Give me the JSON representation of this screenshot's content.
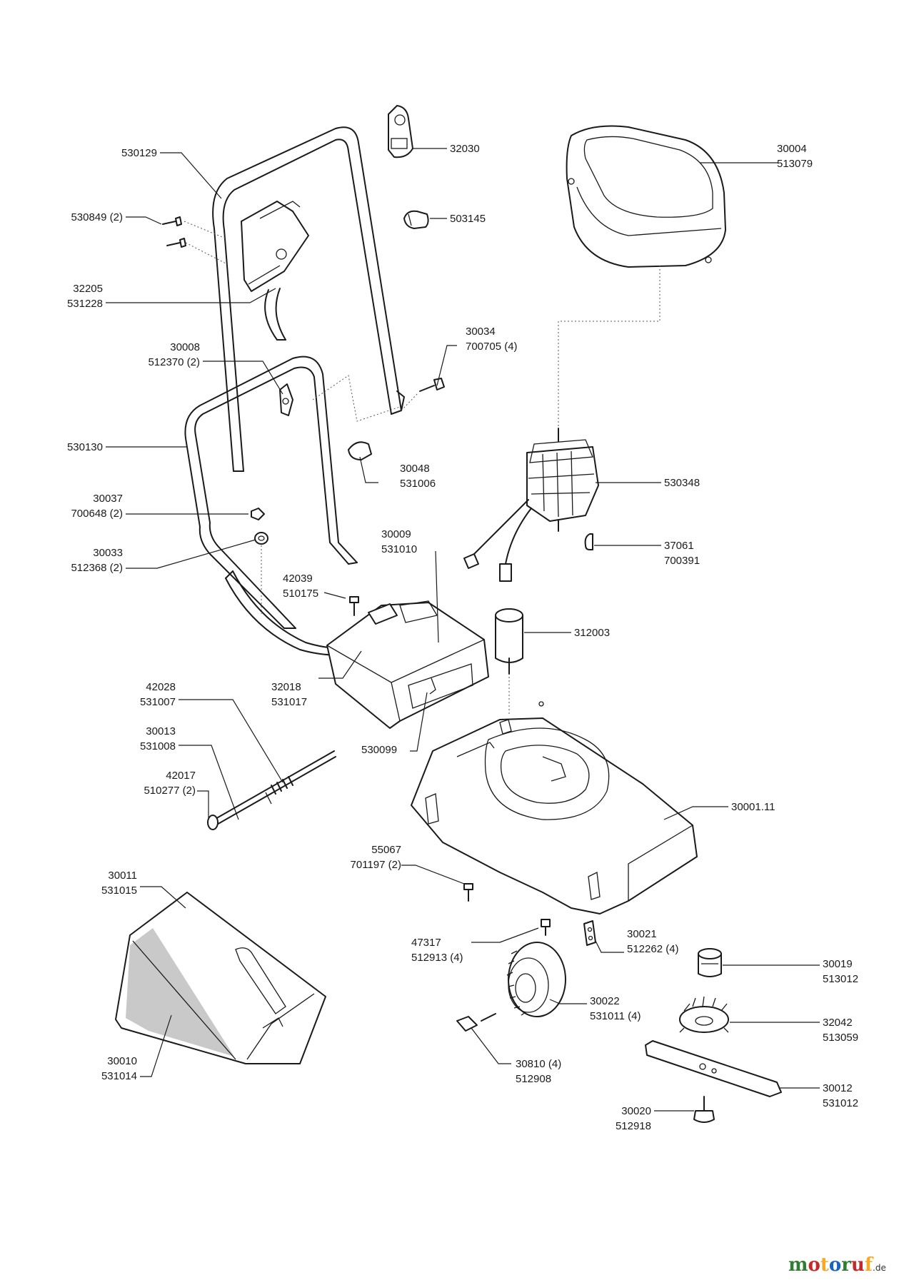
{
  "labels": {
    "l530129": "530129",
    "l32030": "32030",
    "l30004": [
      "30004",
      "513079"
    ],
    "l530849": "530849 (2)",
    "l503145": "503145",
    "l32205": [
      "32205",
      "531228"
    ],
    "l30034": [
      "30034",
      "700705 (4)"
    ],
    "l30008": [
      "30008",
      "512370 (2)"
    ],
    "l530130": "530130",
    "l30048": [
      "30048",
      "531006"
    ],
    "l530348": "530348",
    "l30037": [
      "30037",
      "700648 (2)"
    ],
    "l30009": [
      "30009",
      "531010"
    ],
    "l37061": [
      "37061",
      "700391"
    ],
    "l30033": [
      "30033",
      "512368 (2)"
    ],
    "l42039": [
      "42039",
      "510175"
    ],
    "l312003": "312003",
    "l32018": [
      "32018",
      "531017"
    ],
    "l42028": [
      "42028",
      "531007"
    ],
    "l530099": "530099",
    "l30013": [
      "30013",
      "531008"
    ],
    "l42017": [
      "42017",
      "510277 (2)"
    ],
    "l300011": "30001.11",
    "l55067": [
      "55067",
      "701197 (2)"
    ],
    "l30011": [
      "30011",
      "531015"
    ],
    "l47317": [
      "47317",
      "512913 (4)"
    ],
    "l30021": [
      "30021",
      "512262 (4)"
    ],
    "l30019": [
      "30019",
      "513012"
    ],
    "l30022": [
      "30022",
      "531011 (4)"
    ],
    "l32042": [
      "32042",
      "513059"
    ],
    "l30010": [
      "30010",
      "531014"
    ],
    "l30810": [
      "30810 (4)",
      "512908"
    ],
    "l30012": [
      "30012",
      "531012"
    ],
    "l30020": [
      "30020",
      "512918"
    ]
  },
  "watermark": {
    "letters": [
      "m",
      "o",
      "t",
      "o",
      "r",
      "u",
      "f"
    ],
    "colors": [
      "#2e7d32",
      "#c62828",
      "#f9a825",
      "#1565c0",
      "#2e7d32",
      "#c62828",
      "#f9a825"
    ],
    "tld": ".de"
  }
}
